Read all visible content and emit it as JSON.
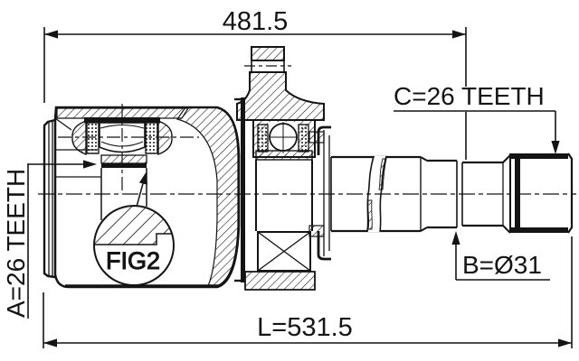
{
  "drawing": {
    "dim_top": "481.5",
    "dim_length": "L=531.5",
    "label_a": "A=26 TEETH",
    "label_b": "B=Ø31",
    "label_c": "C=26 TEETH",
    "fig_ref": "FIG2"
  },
  "colors": {
    "line": "#141414",
    "background": "#ffffff"
  }
}
